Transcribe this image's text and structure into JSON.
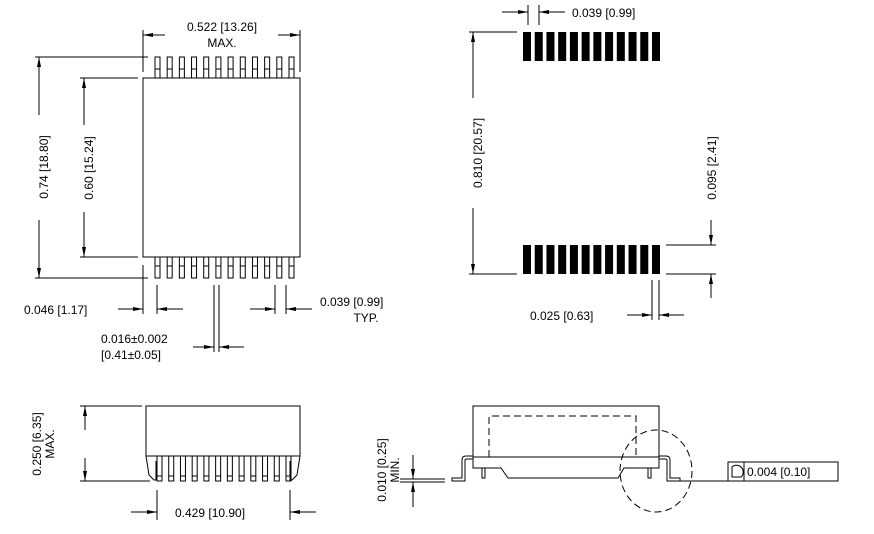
{
  "top_view": {
    "width_dim": "0.522 [13.26]",
    "width_note": "MAX.",
    "overall_length_dim": "0.74 [18.80]",
    "body_length_dim": "0.60 [15.24]",
    "edge_offset_dim": "0.046 [1.17]",
    "pitch_dim": "0.039 [0.99]",
    "pitch_note": "TYP.",
    "lead_width_dim": "0.016±0.002",
    "lead_width_dim_metric": "[0.41±0.05]",
    "pins_per_side": 12
  },
  "footprint": {
    "pitch_dim": "0.039 [0.99]",
    "span_dim": "0.810 [20.57]",
    "pad_length_dim": "0.095 [2.41]",
    "pad_width_dim": "0.025 [0.63]",
    "pads_per_side": 12
  },
  "side_view": {
    "height_dim": "0.250 [6.35]",
    "height_note": "MAX.",
    "lead_span_dim": "0.429 [10.90]"
  },
  "end_view": {
    "standoff_dim": "0.010 [0.25]",
    "standoff_note": "MIN.",
    "coplanarity_value": "0.004 [0.10]"
  }
}
